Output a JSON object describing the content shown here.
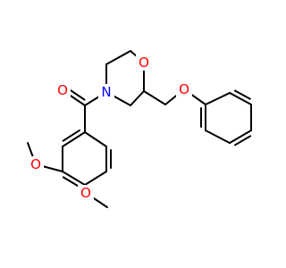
{
  "molecule": {
    "atoms": {
      "carbonyl_o": {
        "label": "O",
        "color": "#ff0000"
      },
      "ring_n": {
        "label": "N",
        "color": "#0000ff"
      },
      "ring_o": {
        "label": "O",
        "color": "#ff0000"
      },
      "ether_o": {
        "label": "O",
        "color": "#ff0000"
      },
      "methoxy_o_3": {
        "label": "O",
        "color": "#ff0000"
      },
      "methoxy_o_4": {
        "label": "O",
        "color": "#ff0000"
      }
    }
  }
}
